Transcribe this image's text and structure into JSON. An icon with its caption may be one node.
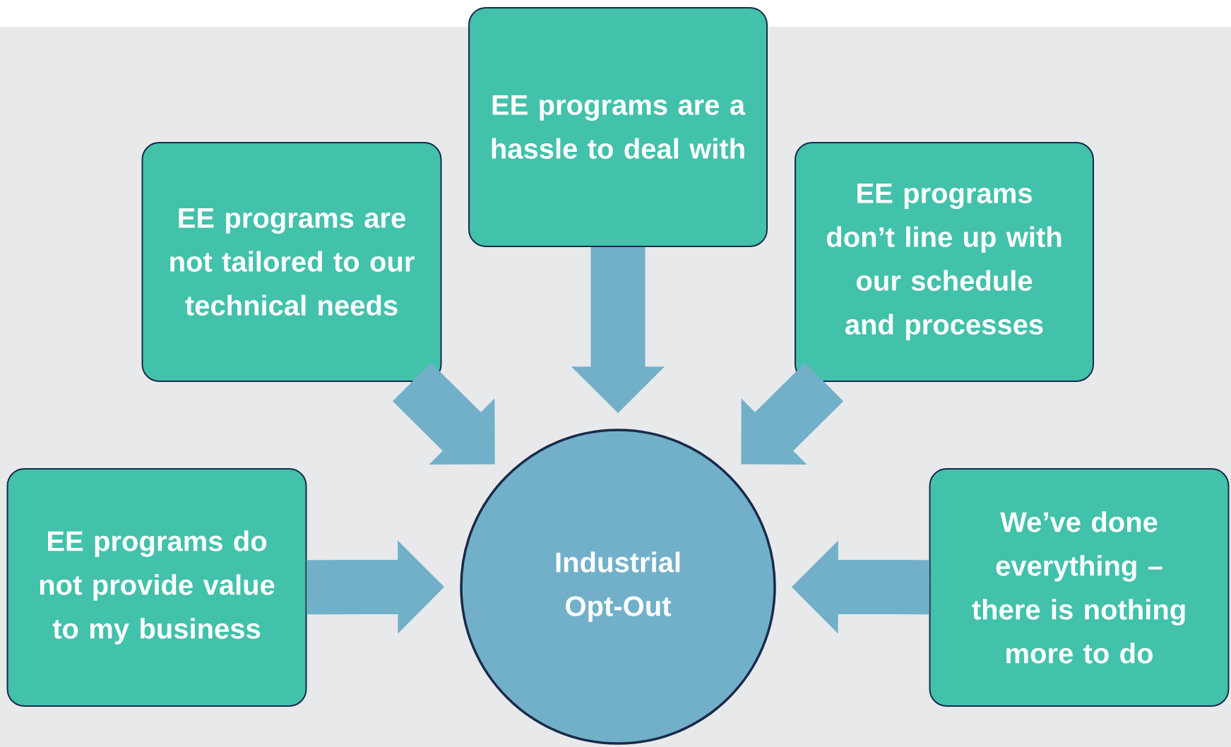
{
  "diagram": {
    "nodes": [
      {
        "text": [
          "EE programs are a hassle to deal with"
        ]
      },
      {
        "text": [
          "EE programs are not tailored to our technical needs"
        ]
      },
      {
        "text": [
          "EE programs don’t line up with our schedule and processes"
        ]
      },
      {
        "text": [
          "EE programs do not provide value to my business"
        ]
      },
      {
        "text": [
          "Industrial Opt-Out"
        ]
      },
      {
        "text": [
          "We’ve done everything – there is nothing more to do"
        ]
      }
    ],
    "edges": [
      {
        "from": 0,
        "to": 4,
        "arrow": "to"
      },
      {
        "from": 1,
        "to": 4,
        "arrow": "to"
      },
      {
        "from": 2,
        "to": 4,
        "arrow": "to"
      },
      {
        "from": 3,
        "to": 4,
        "arrow": "to"
      },
      {
        "from": 5,
        "to": 4,
        "arrow": "to"
      }
    ]
  }
}
